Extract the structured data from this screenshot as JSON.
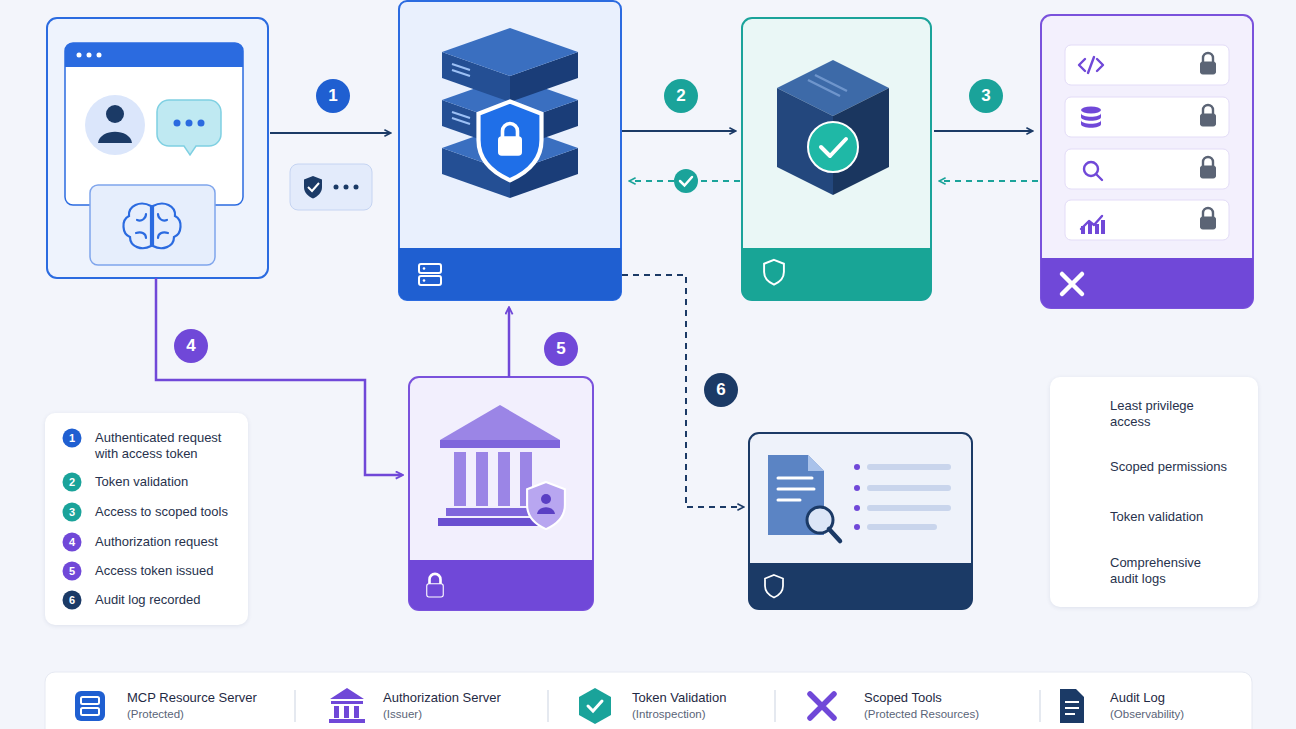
{
  "diagram": {
    "nodes": [
      {
        "text": [
          "Authenticated request with access token",
          "Token validation",
          "Access to scoped tools",
          "Authorization request",
          "Access token issued",
          "Audit log recorded"
        ]
      },
      {
        "text": [
          "Least privilege access",
          "Scoped permissions",
          "Token validation",
          "Comprehensive audit logs"
        ]
      }
    ],
    "labels": [
      "1",
      "2",
      "3",
      "4",
      "5",
      "6",
      "1",
      "2",
      "3",
      "4",
      "5",
      "6"
    ],
    "legend": [
      {
        "text": "MCP Resource Server (Protected)"
      },
      {
        "text": "Authorization Server (Issuer)"
      },
      {
        "text": "Token Validation (Introspection)"
      },
      {
        "text": "Scoped Tools (Protected Resources)"
      },
      {
        "text": "Audit Log (Observability)"
      }
    ]
  }
}
